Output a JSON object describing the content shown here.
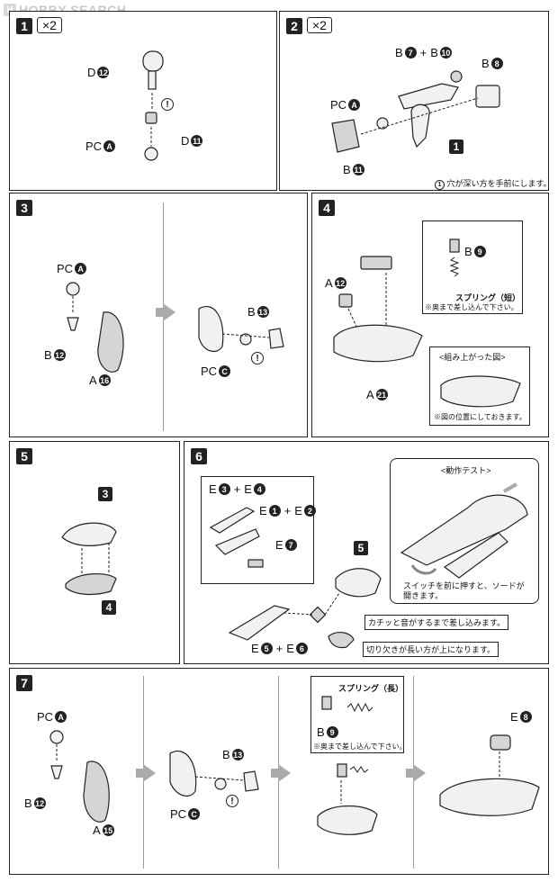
{
  "watermark": {
    "logo": "H",
    "text": "HOBBY SEARCH"
  },
  "steps": {
    "s1": {
      "number": "1",
      "multiplier": "×2",
      "parts": {
        "top": "D",
        "top_num": "12",
        "mid": "D",
        "mid_num": "11",
        "bottom": "PC",
        "bottom_num": "A"
      }
    },
    "s2": {
      "number": "2",
      "multiplier": "×2",
      "parts": {
        "b7": "B",
        "b7_num": "7",
        "b10": "B",
        "b10_num": "10",
        "b8": "B",
        "b8_num": "8",
        "pca": "PC",
        "pca_num": "A",
        "b11": "B",
        "b11_num": "11",
        "ref1": "1"
      },
      "note_num": "1",
      "note": "穴が深い方を手前にします。"
    },
    "s3": {
      "number": "3",
      "parts": {
        "pca": "PC",
        "pca_num": "A",
        "b12": "B",
        "b12_num": "12",
        "a16": "A",
        "a16_num": "16",
        "b13": "B",
        "b13_num": "13",
        "pcc": "PC",
        "pcc_num": "C"
      }
    },
    "s4": {
      "number": "4",
      "parts": {
        "a12": "A",
        "a12_num": "12",
        "b9": "B",
        "b9_num": "9",
        "a21": "A",
        "a21_num": "21"
      },
      "spring_label": "スプリング（短）",
      "spring_note": "※奥まで差し込んで下さい。",
      "assembled_title": "<組み上がった図>",
      "assembled_note": "※図の位置にしておきます。"
    },
    "s5": {
      "number": "5",
      "ref_top": "3",
      "ref_bottom": "4"
    },
    "s6": {
      "number": "6",
      "parts": {
        "e3": "E",
        "e3_num": "3",
        "e4": "E",
        "e4_num": "4",
        "e1": "E",
        "e1_num": "1",
        "e2": "E",
        "e2_num": "2",
        "e7": "E",
        "e7_num": "7",
        "e5": "E",
        "e5_num": "5",
        "e6": "E",
        "e6_num": "6",
        "ref5": "5"
      },
      "note_click": "カチッと音がするまで差し込みます。",
      "note_notch": "切り欠きが長い方が上になります。",
      "test_title": "<動作テスト>",
      "test_note": "スイッチを前に押すと、ソードが開きます。"
    },
    "s7": {
      "number": "7",
      "parts": {
        "pca": "PC",
        "pca_num": "A",
        "b12": "B",
        "b12_num": "12",
        "a15": "A",
        "a15_num": "15",
        "b13": "B",
        "b13_num": "13",
        "pcc": "PC",
        "pcc_num": "C",
        "b9": "B",
        "b9_num": "9",
        "e8": "E",
        "e8_num": "8"
      },
      "spring_label": "スプリング（長）",
      "spring_note": "※奥まで差し込んで下さい。"
    }
  },
  "icons": {
    "check": "exclamation-circle-icon"
  }
}
